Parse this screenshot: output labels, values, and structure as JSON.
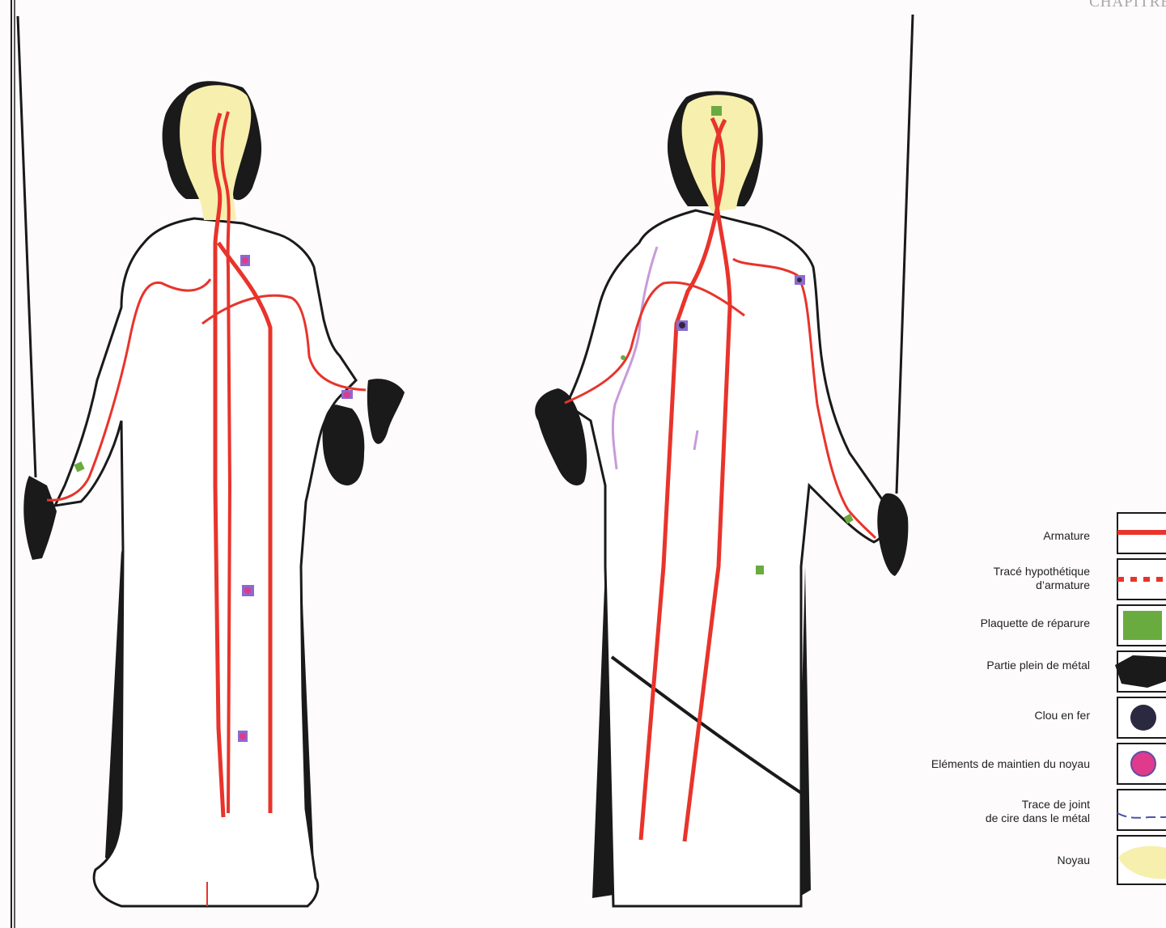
{
  "header": {
    "running_title": "CHAPITRE"
  },
  "legend": {
    "items": [
      {
        "label": "Armature",
        "symbol": "solid-red-line",
        "color": "#e8342b"
      },
      {
        "label": "Tracé hypothétique\nd’armature",
        "symbol": "dashed-red-line",
        "color": "#e8342b"
      },
      {
        "label": "Plaquette de réparure",
        "symbol": "green-square",
        "color": "#6aab3f"
      },
      {
        "label": "Partie plein de métal",
        "symbol": "black-polygon",
        "color": "#1a1a1a"
      },
      {
        "label": "Clou en fer",
        "symbol": "dark-circle",
        "color": "#2b2940"
      },
      {
        "label": "Eléments de maintien du noyau",
        "symbol": "pink-circle",
        "color": "#e03a8c"
      },
      {
        "label": "Trace de joint\nde cire dans le métal",
        "symbol": "blue-dash-line",
        "color": "#4b55a8"
      },
      {
        "label": "Noyau",
        "symbol": "yellow-blob",
        "color": "#f7efae"
      }
    ]
  },
  "colors": {
    "armature": "#e8342b",
    "repair_plate": "#6aab3f",
    "solid_metal": "#1a1a1a",
    "iron_nail": "#2b2940",
    "core_support": "#e03a8c",
    "core_support_frame": "#8b6ad0",
    "wax_joint": "#c89bd8",
    "core": "#f7efae"
  }
}
